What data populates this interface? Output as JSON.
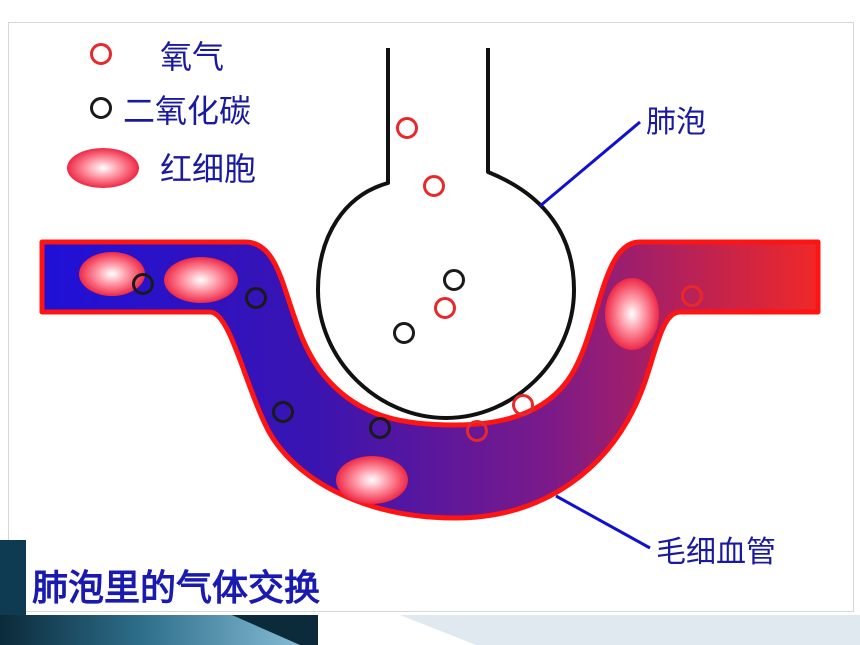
{
  "legend": {
    "oxygen": "氧气",
    "carbon_dioxide": "二氧化碳",
    "red_blood_cell": "红细胞"
  },
  "labels": {
    "alveolus": "肺泡",
    "capillary": "毛细血管"
  },
  "caption": "肺泡里的气体交换",
  "colors": {
    "oxygen_marker": "#e8282a",
    "carbon_dioxide_marker": "#1a1a1a",
    "vessel_deoxygenated": "#2a12c8",
    "vessel_oxygenated": "#f02020",
    "vessel_border": "#ff1414",
    "callout_line": "#1010d0",
    "caption_text": "#1a1ab0",
    "footer_dark": "#0b2a3a",
    "footer_teal": "#5fa3c4"
  },
  "icons": {
    "oxygen": "red-circle-outline",
    "carbon_dioxide": "black-circle-outline",
    "red_blood_cell": "pink-ellipse"
  }
}
